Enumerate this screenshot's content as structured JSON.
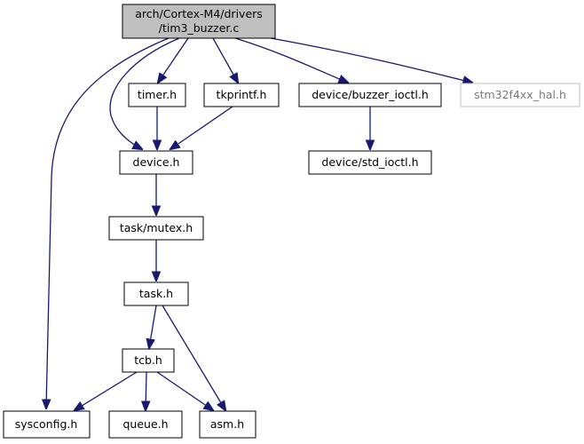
{
  "nodes": {
    "root": {
      "lines": [
        "arch/Cortex-M4/drivers",
        "/tim3_buzzer.c"
      ]
    },
    "timer": {
      "label": "timer.h"
    },
    "tkprintf": {
      "label": "tkprintf.h"
    },
    "buzzer_ioctl": {
      "label": "device/buzzer_ioctl.h"
    },
    "stm32": {
      "label": "stm32f4xx_hal.h"
    },
    "device": {
      "label": "device.h"
    },
    "std_ioctl": {
      "label": "device/std_ioctl.h"
    },
    "mutex": {
      "label": "task/mutex.h"
    },
    "task": {
      "label": "task.h"
    },
    "tcb": {
      "label": "tcb.h"
    },
    "sysconfig": {
      "label": "sysconfig.h"
    },
    "queue": {
      "label": "queue.h"
    },
    "asm": {
      "label": "asm.h"
    }
  },
  "colors": {
    "edge": "#191970",
    "root_fill": "#bfbfbf",
    "external_border": "#bfbfbf"
  }
}
